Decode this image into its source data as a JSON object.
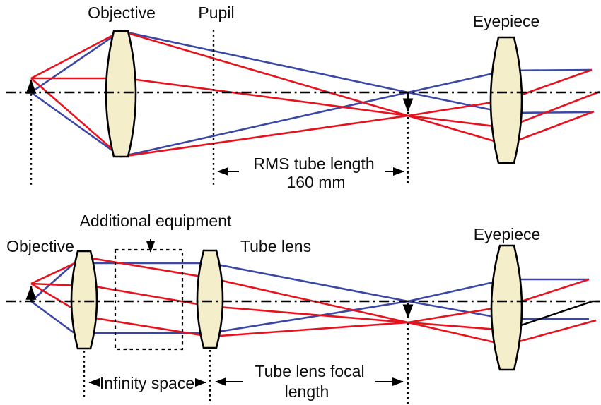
{
  "colors": {
    "ray_red": "#e8111c",
    "ray_blue": "#3a47a5",
    "lens_fill": "#f5eecb",
    "lens_stroke": "#000000",
    "line_black": "#000000",
    "background": "#ffffff",
    "text": "#0d0d0d"
  },
  "top_diagram": {
    "labels": {
      "objective": "Objective",
      "pupil": "Pupil",
      "eyepiece": "Eyepiece",
      "tube_length_line1": "RMS tube length",
      "tube_length_line2": "160 mm"
    }
  },
  "bottom_diagram": {
    "labels": {
      "additional_equipment": "Additional equipment",
      "objective": "Objective",
      "tube_lens": "Tube lens",
      "eyepiece": "Eyepiece",
      "infinity_space": "Infinity space",
      "tube_lens_focal_line1": "Tube lens focal",
      "tube_lens_focal_line2": "length"
    }
  }
}
